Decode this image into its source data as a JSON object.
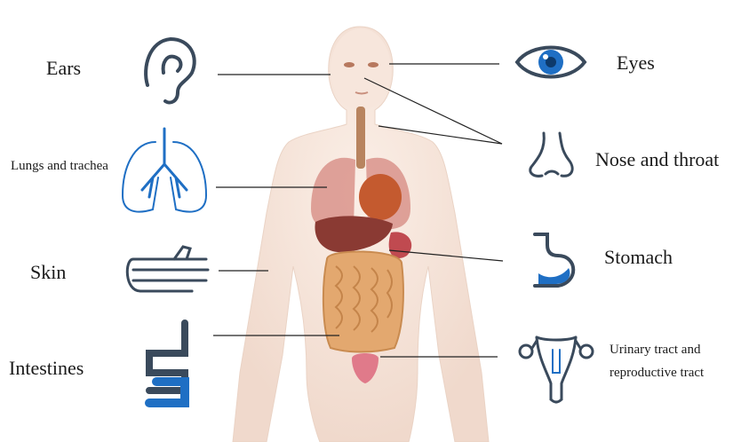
{
  "labels": {
    "ears": "Ears",
    "lungs": "Lungs and trachea",
    "skin": "Skin",
    "intestines": "Intestines",
    "eyes": "Eyes",
    "nose": "Nose and throat",
    "stomach": "Stomach",
    "urinary": "Urinary tract and reproductive tract"
  },
  "colors": {
    "icon_dark": "#3a4a5c",
    "icon_blue": "#1f6fc4",
    "line": "#222222",
    "skin": "#f4e4da"
  },
  "icons": [
    "ear-icon",
    "lungs-icon",
    "hand-icon",
    "intestines-icon",
    "eye-icon",
    "nose-icon",
    "stomach-icon",
    "uterus-icon"
  ]
}
